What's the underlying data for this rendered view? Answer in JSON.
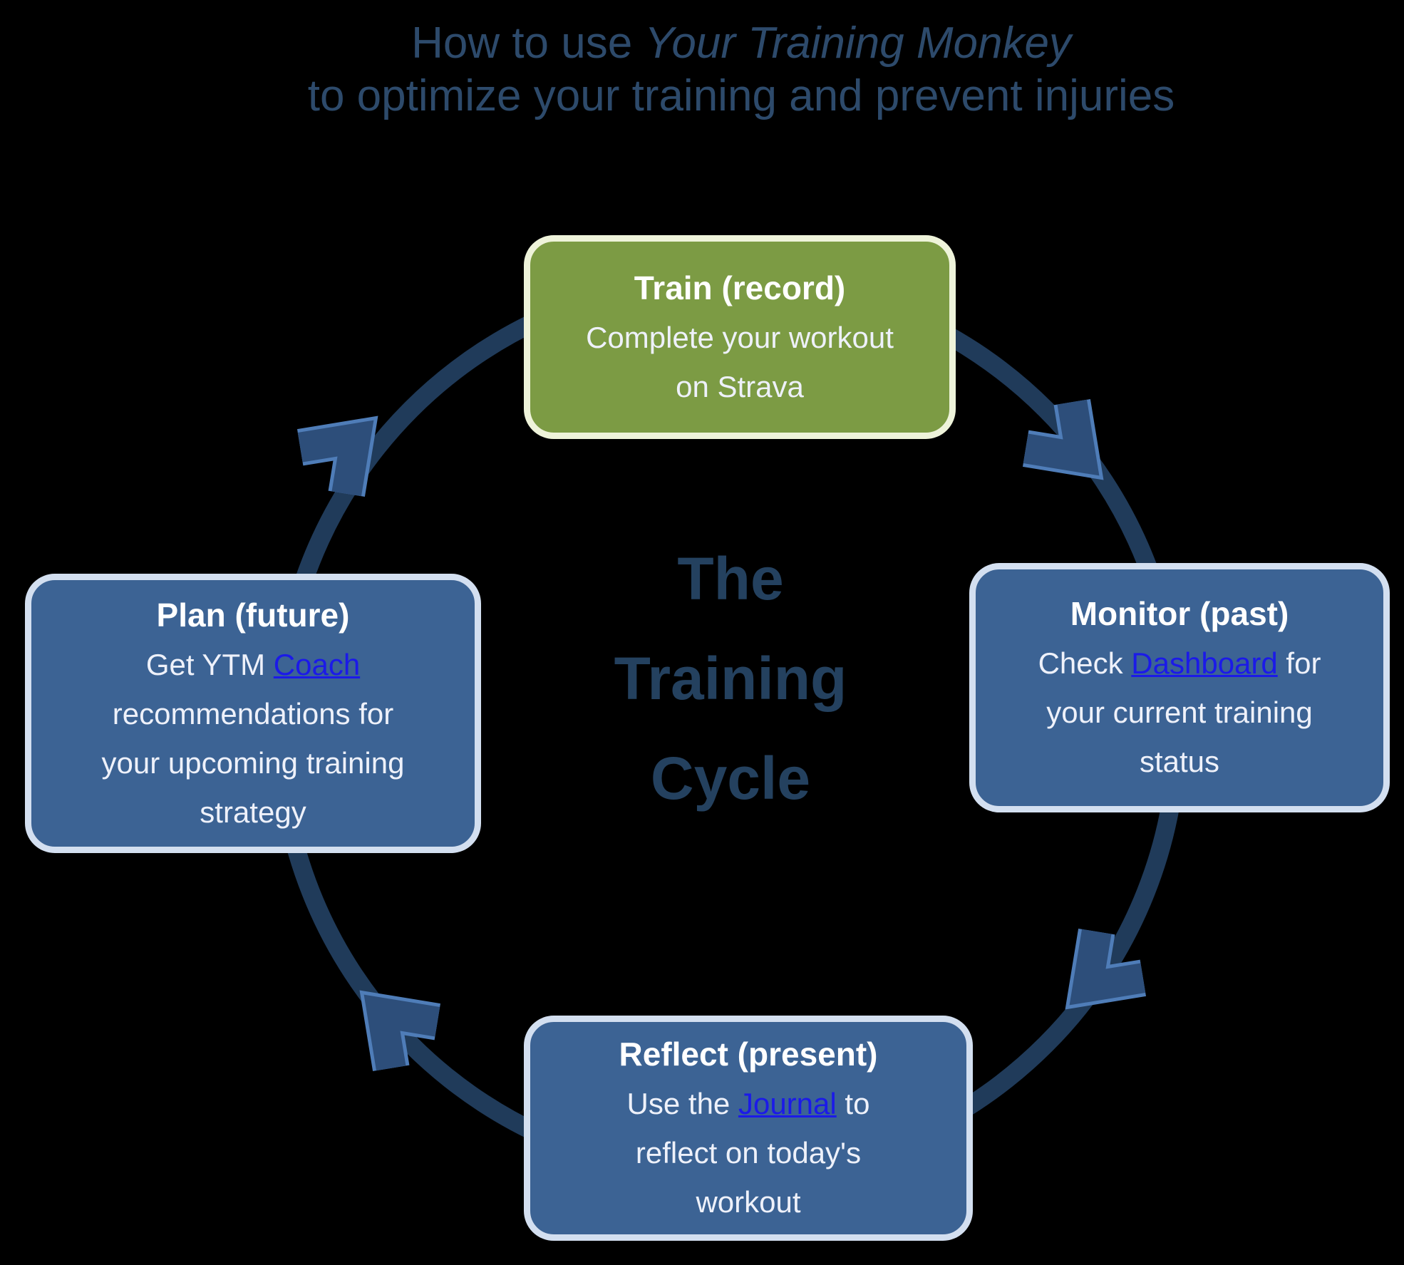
{
  "colors": {
    "background": "#000000",
    "title_text": "#2d4a6b",
    "center_text": "#24415f",
    "ring": "#203b5a",
    "chevron_fill": "#2d4e7a",
    "chevron_stroke": "#4f7db8",
    "green_fill": "#7c9b44",
    "green_border": "#eef3da",
    "blue_fill": "#3c6394",
    "blue_border": "#d3dff0",
    "box_text": "#eef1fa",
    "link": "#1b1ae8"
  },
  "title": {
    "prefix": "How to use ",
    "app_name": "Your Training Monkey",
    "line2": "to optimize your training and prevent injuries"
  },
  "center": {
    "lines": [
      "The",
      "Training",
      "Cycle"
    ]
  },
  "cycle": {
    "direction": "clockwise",
    "arrowheads": 4
  },
  "nodes": {
    "train": {
      "title": "Train (record)",
      "body": [
        "Complete your workout",
        "on Strava"
      ]
    },
    "monitor": {
      "title": "Monitor (past)",
      "line1": {
        "pre": "Check ",
        "link": "Dashboard",
        "post": " for"
      },
      "rest": [
        "your current training",
        "status"
      ]
    },
    "plan": {
      "title": "Plan (future)",
      "line1": {
        "pre": "Get YTM ",
        "link": "Coach",
        "post": ""
      },
      "rest": [
        "recommendations for",
        "your upcoming training",
        "strategy"
      ]
    },
    "reflect": {
      "title": "Reflect (present)",
      "line1": {
        "pre": "Use the ",
        "link": "Journal",
        "post": " to"
      },
      "rest": [
        "reflect on today's",
        "workout"
      ]
    }
  }
}
